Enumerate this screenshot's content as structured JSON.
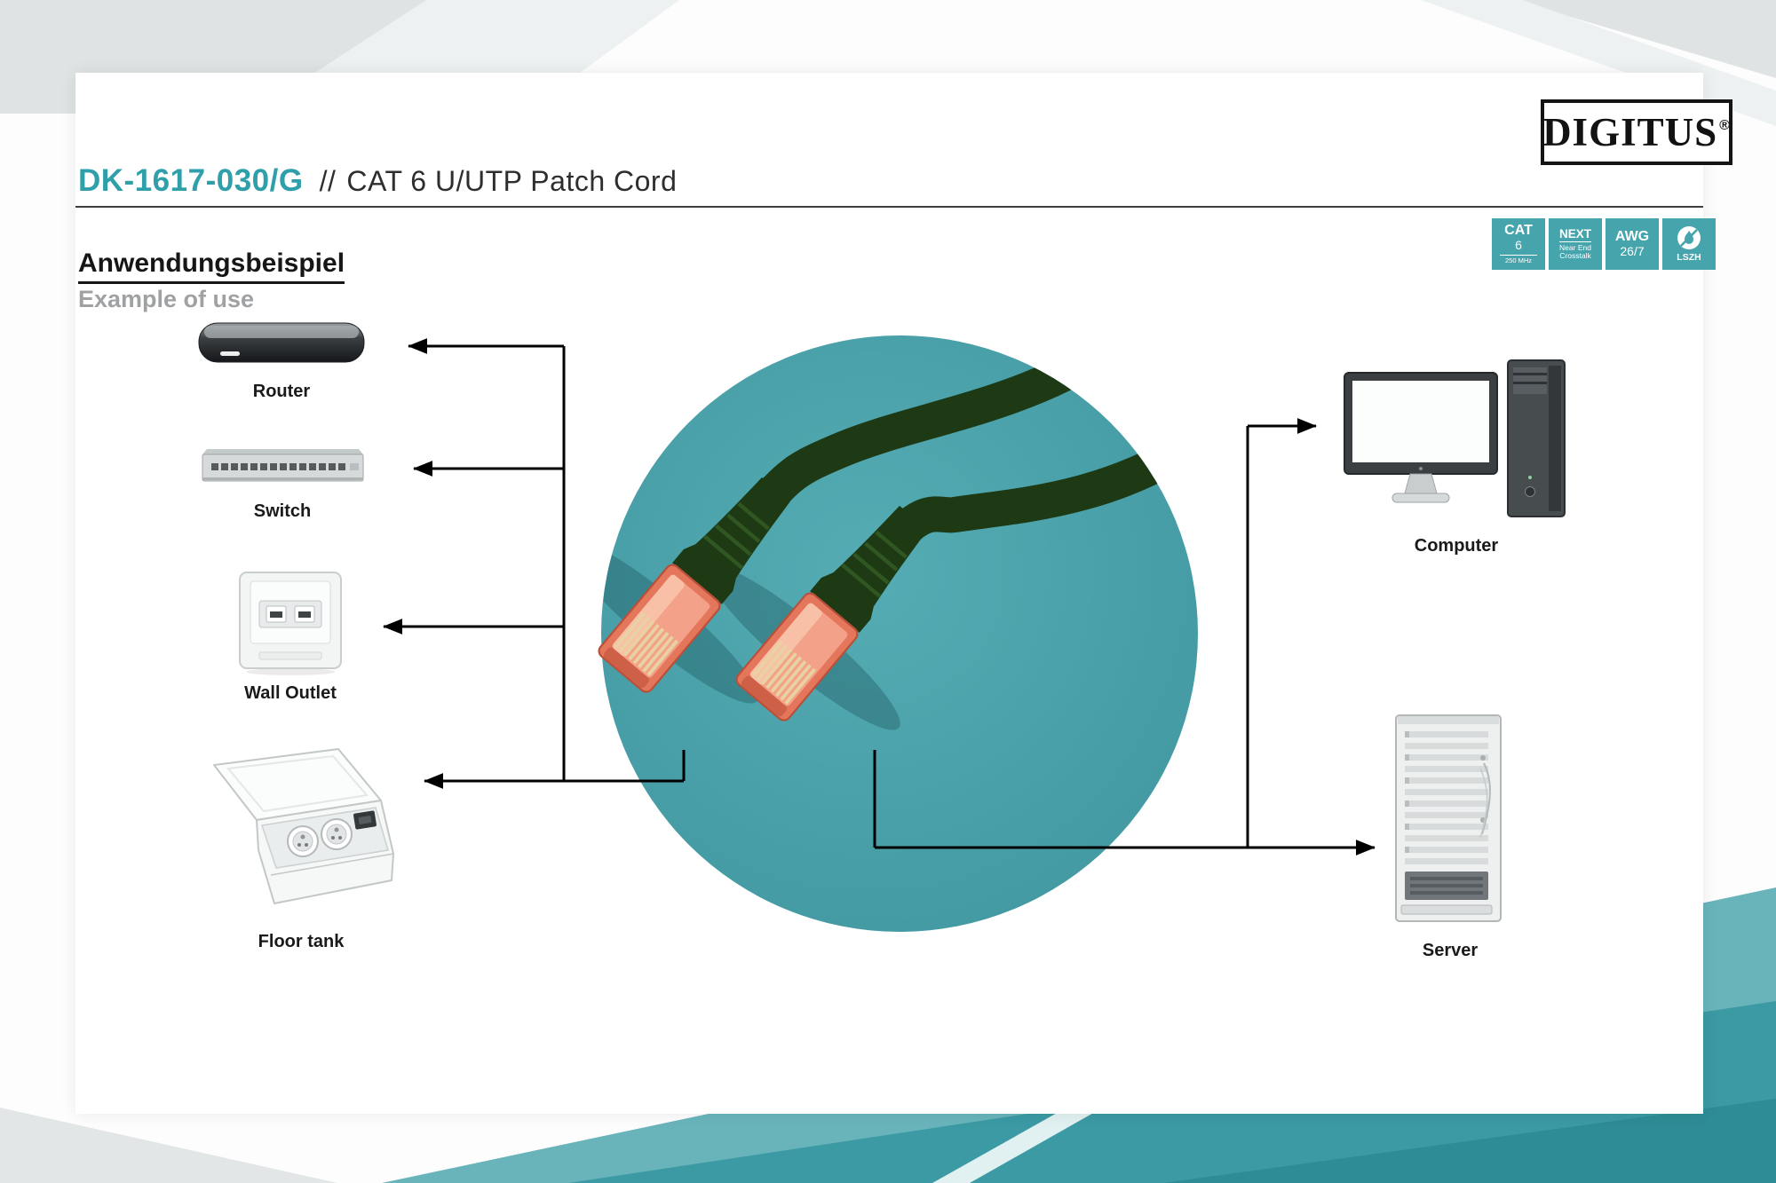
{
  "header": {
    "brand": "DIGITUS",
    "registered": "®",
    "product_code": "DK-1617-030/G",
    "separator": "//",
    "product_title": "CAT 6 U/UTP Patch Cord"
  },
  "section": {
    "title_de": "Anwendungsbeispiel",
    "title_en": "Example of use"
  },
  "badges": {
    "cat": {
      "top": "CAT",
      "mid": "6",
      "bottom": "250 MHz"
    },
    "next": {
      "top": "NEXT",
      "mid": "Near End",
      "bottom": "Crosstalk"
    },
    "awg": {
      "top": "AWG",
      "mid": "26/7"
    },
    "lszh": {
      "icon": "halogen-free-icon",
      "label": "LSZH"
    }
  },
  "devices": {
    "router": "Router",
    "switch": "Switch",
    "wall_outlet": "Wall Outlet",
    "floor_tank": "Floor tank",
    "computer": "Computer",
    "server": "Server"
  },
  "colors": {
    "teal_accent": "#2f9faa",
    "badge_teal": "#46a4ad",
    "circle_teal": "#4aa2ab",
    "cable_green": "#1d3a15",
    "connector_orange": "#e4765c",
    "text_dark": "#1a1a1a",
    "text_gray": "#9fa1a3",
    "bottom_band_teal": "#3b9aa4"
  }
}
